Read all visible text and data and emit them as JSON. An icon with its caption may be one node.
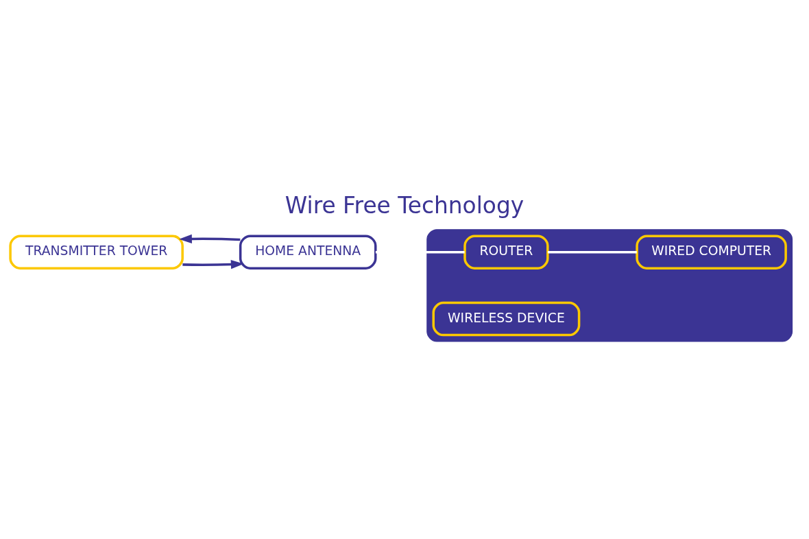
{
  "diagram": {
    "title": "Wire Free Technology",
    "nodes": [
      {
        "text": [
          "TRANSMITTER TOWER"
        ]
      },
      {
        "text": [],
        "shape": "house"
      },
      {
        "text": [
          "HOME ANTENNA"
        ]
      },
      {
        "text": [
          "ROUTER"
        ],
        "in": 1
      },
      {
        "text": [
          "WIRELESS DEVICE"
        ],
        "in": 1
      },
      {
        "text": [
          "WIRED COMPUTER"
        ],
        "in": 1
      }
    ],
    "edges": [
      {
        "from": 0,
        "to": 2,
        "arrow": "to"
      },
      {
        "from": 2,
        "to": 0,
        "arrow": "to"
      },
      {
        "from": 2,
        "to": 3,
        "arrow": "none",
        "color": "#ffffff"
      },
      {
        "from": 3,
        "to": 5,
        "arrow": "none",
        "color": "#ffffff"
      }
    ]
  }
}
